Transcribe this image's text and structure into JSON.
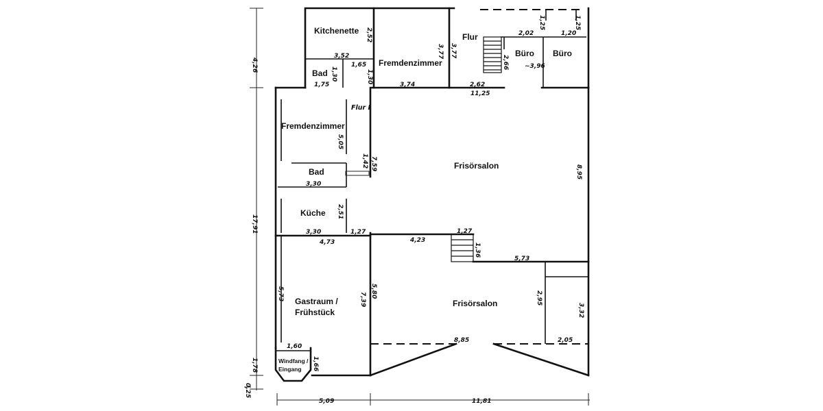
{
  "rooms": {
    "kitchenette": "Kitchenette",
    "bad_top": "Bad",
    "fremdenzimmer_top": "Fremdenzimmer",
    "flur": "Flur",
    "buero_1": "Büro",
    "buero_2": "Büro",
    "flur_1": "Flur I",
    "fremdenzimmer_left": "Fremdenzimmer",
    "frisoersalon_1": "Frisörsalon",
    "bad_left": "Bad",
    "kueche": "Küche",
    "gastraum_1": "Gastraum /",
    "gastraum_2": "Frühstück",
    "frisoersalon_2": "Frisörsalon",
    "windfang_1": "Windfang /",
    "windfang_2": "Eingang"
  },
  "dimensions": {
    "d_4_26": "4,26",
    "d_17_91": "17,91",
    "d_1_78": "1,78",
    "d_0_25": "0,25",
    "d_5_09": "5,09",
    "d_11_81": "11,81",
    "d_2_52": "2,52",
    "d_3_52": "3,52",
    "d_1_65": "1,65",
    "d_1_30a": "1,30",
    "d_1_30b": "1,30",
    "d_1_75": "1,75",
    "d_3_77a": "3,77",
    "d_3_77b": "3,77",
    "d_3_74": "3,74",
    "d_2_62": "2,62",
    "d_11_25": "11,25",
    "d_2_66": "2,66",
    "d_2_02": "2,02",
    "d_1_25a": "1,25",
    "d_1_20": "1,20",
    "d_1_25b": "1,25",
    "d_3_96": "~3,96",
    "d_5_05": "5,05",
    "d_1_42": "1,42",
    "d_7_59": "7,59",
    "d_3_30a": "3,30",
    "d_2_51": "2,51",
    "d_3_30b": "3,30",
    "d_1_27a": "1,27",
    "d_4_73": "4,73",
    "d_4_23": "4,23",
    "d_1_27b": "1,27",
    "d_1_36": "1,36",
    "d_5_73a": "5,73",
    "d_8_95": "8,95",
    "d_5_73b": "5,73",
    "d_7_39": "7,39",
    "d_5_80": "5,80",
    "d_2_95": "2,95",
    "d_3_32": "3,32",
    "d_8_85": "8,85",
    "d_2_05": "2,05",
    "d_1_60": "1,60",
    "d_1_66": "1,66"
  }
}
